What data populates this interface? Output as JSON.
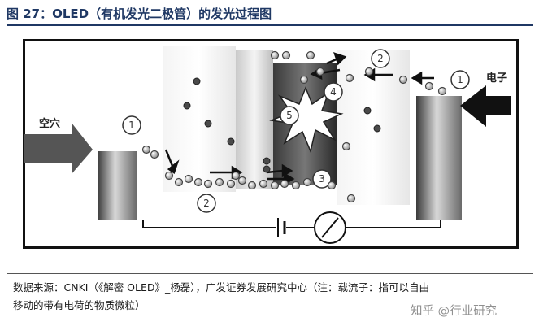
{
  "header": {
    "title": "图 27：OLED（有机发光二极管）的发光过程图"
  },
  "diagram": {
    "labels": {
      "hole": "空穴",
      "electron": "电子"
    },
    "step_numbers": [
      "1",
      "2",
      "3",
      "4",
      "5"
    ]
  },
  "footer": {
    "source_line1": "数据来源：CNKI（《解密 OLED》_杨磊），广发证券发展研究中心（注：载流子：指可以自由",
    "source_line2": "移动的带有电荷的物质微粒）",
    "watermark": "知乎 @行业研究"
  },
  "colors": {
    "title": "#1f3864",
    "frame": "#111111",
    "particle_dark": "#444444"
  }
}
